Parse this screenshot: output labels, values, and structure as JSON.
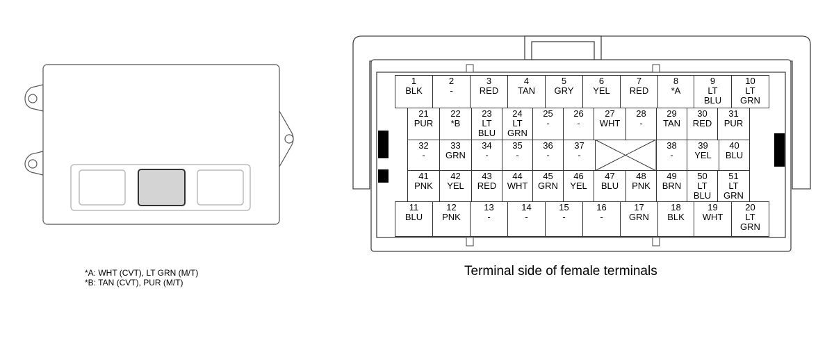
{
  "notes": {
    "a": "*A: WHT (CVT), LT GRN (M/T)",
    "b": "*B: TAN (CVT), PUR (M/T)"
  },
  "caption": "Terminal side of female terminals",
  "terminals": {
    "row1": [
      {
        "num": "1",
        "color": "BLK"
      },
      {
        "num": "2",
        "color": "-"
      },
      {
        "num": "3",
        "color": "RED"
      },
      {
        "num": "4",
        "color": "TAN"
      },
      {
        "num": "5",
        "color": "GRY"
      },
      {
        "num": "6",
        "color": "YEL"
      },
      {
        "num": "7",
        "color": "RED"
      },
      {
        "num": "8",
        "color": "*A"
      },
      {
        "num": "9",
        "color": "LT\nBLU"
      },
      {
        "num": "10",
        "color": "LT\nGRN"
      }
    ],
    "row2": [
      {
        "num": "21",
        "color": "PUR"
      },
      {
        "num": "22",
        "color": "*B"
      },
      {
        "num": "23",
        "color": "LT\nBLU"
      },
      {
        "num": "24",
        "color": "LT\nGRN"
      },
      {
        "num": "25",
        "color": "-"
      },
      {
        "num": "26",
        "color": "-"
      },
      {
        "num": "27",
        "color": "WHT"
      },
      {
        "num": "28",
        "color": "-"
      },
      {
        "num": "29",
        "color": "TAN"
      },
      {
        "num": "30",
        "color": "RED"
      },
      {
        "num": "31",
        "color": "PUR"
      }
    ],
    "row3": [
      {
        "num": "32",
        "color": "-"
      },
      {
        "num": "33",
        "color": "GRN"
      },
      {
        "num": "34",
        "color": "-"
      },
      {
        "num": "35",
        "color": "-"
      },
      {
        "num": "36",
        "color": "-"
      },
      {
        "num": "37",
        "color": "-"
      },
      {
        "num": "38",
        "color": "-"
      },
      {
        "num": "39",
        "color": "YEL"
      },
      {
        "num": "40",
        "color": "BLU"
      }
    ],
    "row4": [
      {
        "num": "41",
        "color": "PNK"
      },
      {
        "num": "42",
        "color": "YEL"
      },
      {
        "num": "43",
        "color": "RED"
      },
      {
        "num": "44",
        "color": "WHT"
      },
      {
        "num": "45",
        "color": "GRN"
      },
      {
        "num": "46",
        "color": "YEL"
      },
      {
        "num": "47",
        "color": "BLU"
      },
      {
        "num": "48",
        "color": "PNK"
      },
      {
        "num": "49",
        "color": "BRN"
      },
      {
        "num": "50",
        "color": "LT\nBLU"
      },
      {
        "num": "51",
        "color": "LT\nGRN"
      }
    ],
    "row5": [
      {
        "num": "11",
        "color": "BLU"
      },
      {
        "num": "12",
        "color": "PNK"
      },
      {
        "num": "13",
        "color": "-"
      },
      {
        "num": "14",
        "color": "-"
      },
      {
        "num": "15",
        "color": "-"
      },
      {
        "num": "16",
        "color": "-"
      },
      {
        "num": "17",
        "color": "GRN"
      },
      {
        "num": "18",
        "color": "BLK"
      },
      {
        "num": "19",
        "color": "WHT"
      },
      {
        "num": "20",
        "color": "LT\nGRN"
      }
    ]
  }
}
